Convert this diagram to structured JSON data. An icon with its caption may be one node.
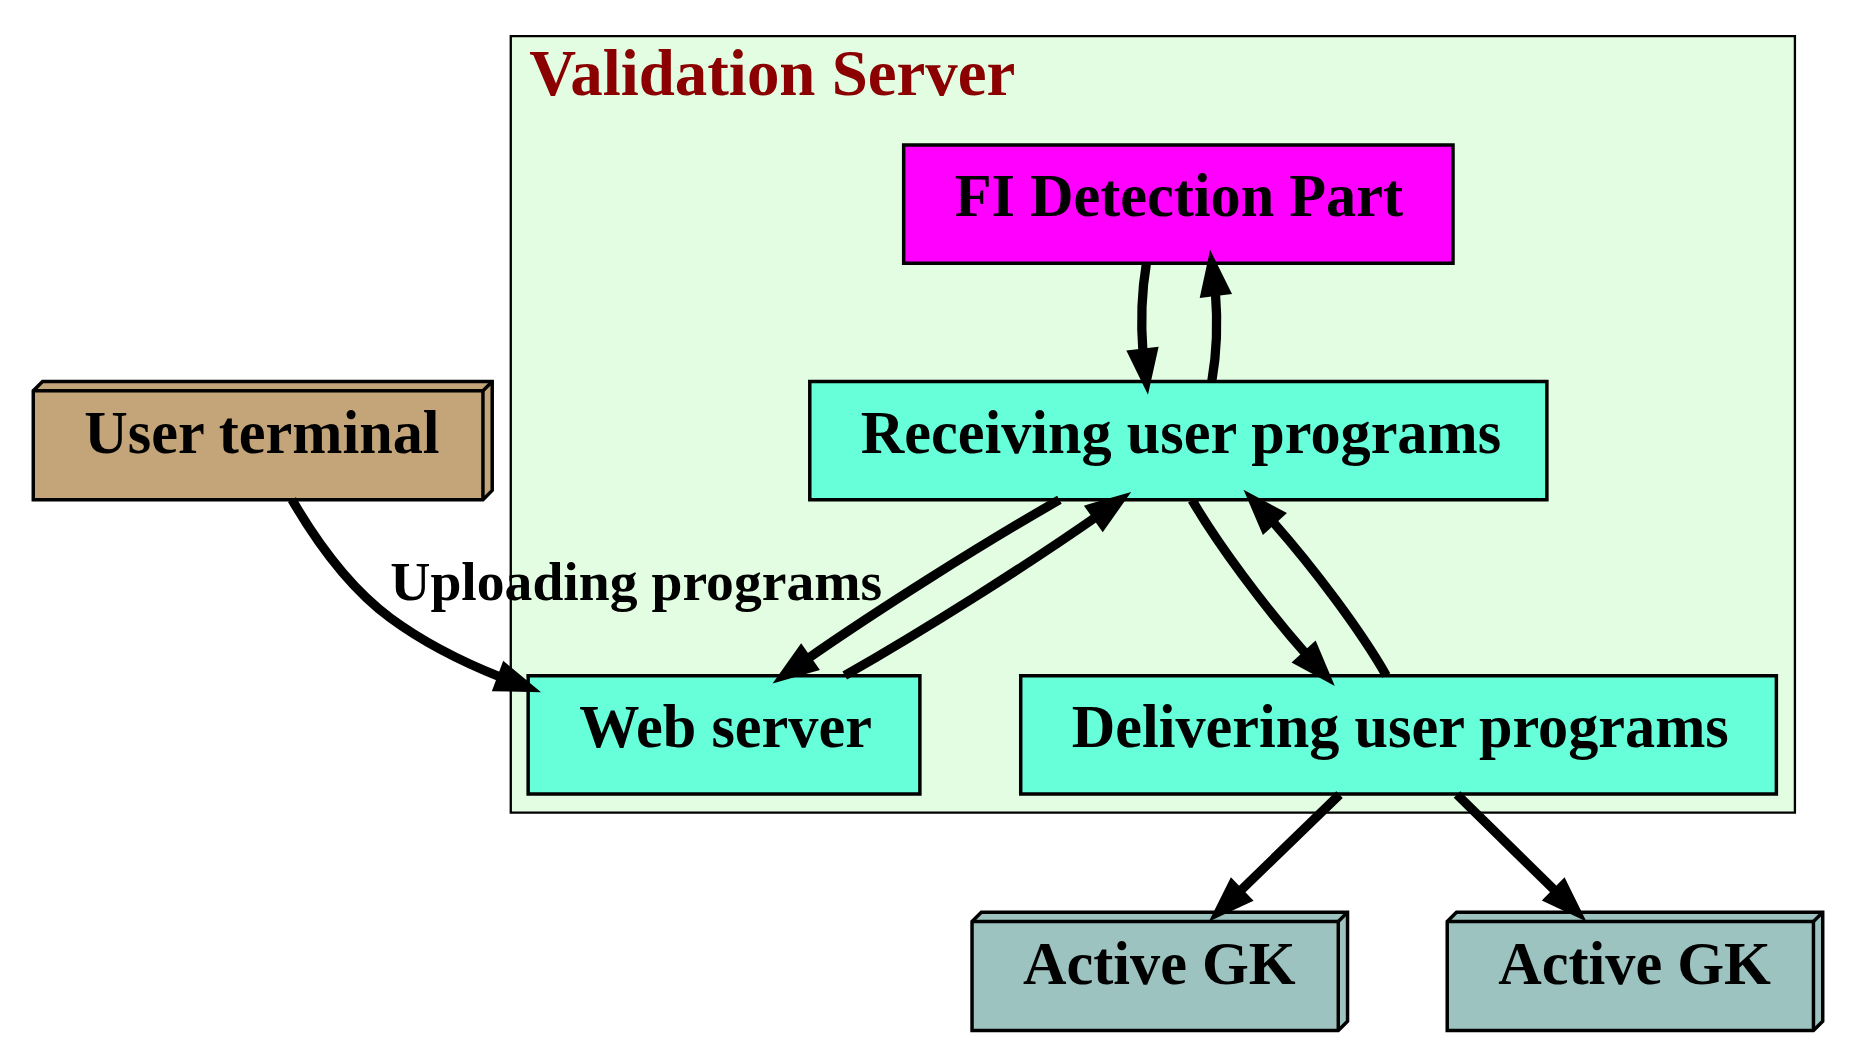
{
  "diagram": {
    "nodes": [
      {
        "text": [
          "User terminal"
        ]
      },
      {
        "text": [
          "Validation Server"
        ]
      },
      {
        "text": [
          "FI Detection Part"
        ],
        "in": 1
      },
      {
        "text": [
          "Delivering user programs"
        ],
        "in": 1
      },
      {
        "text": [
          "Receiving user programs"
        ],
        "in": 1
      },
      {
        "text": [
          "Web server"
        ],
        "in": 1
      },
      {
        "text": [
          "Active GK"
        ]
      },
      {
        "text": [
          "Active GK"
        ]
      }
    ],
    "edges": [
      {
        "from": 0,
        "to": 5,
        "arrow": "to",
        "label": "Uploading programs"
      },
      {
        "from": 4,
        "to": 2,
        "arrow": "to"
      },
      {
        "from": 2,
        "to": 4,
        "arrow": "to"
      },
      {
        "from": 4,
        "to": 3,
        "arrow": "to"
      },
      {
        "from": 3,
        "to": 4,
        "arrow": "to"
      },
      {
        "from": 5,
        "to": 4,
        "arrow": "to"
      },
      {
        "from": 4,
        "to": 5,
        "arrow": "to"
      },
      {
        "from": 3,
        "to": 6,
        "arrow": "to"
      },
      {
        "from": 3,
        "to": 7,
        "arrow": "to"
      }
    ]
  }
}
